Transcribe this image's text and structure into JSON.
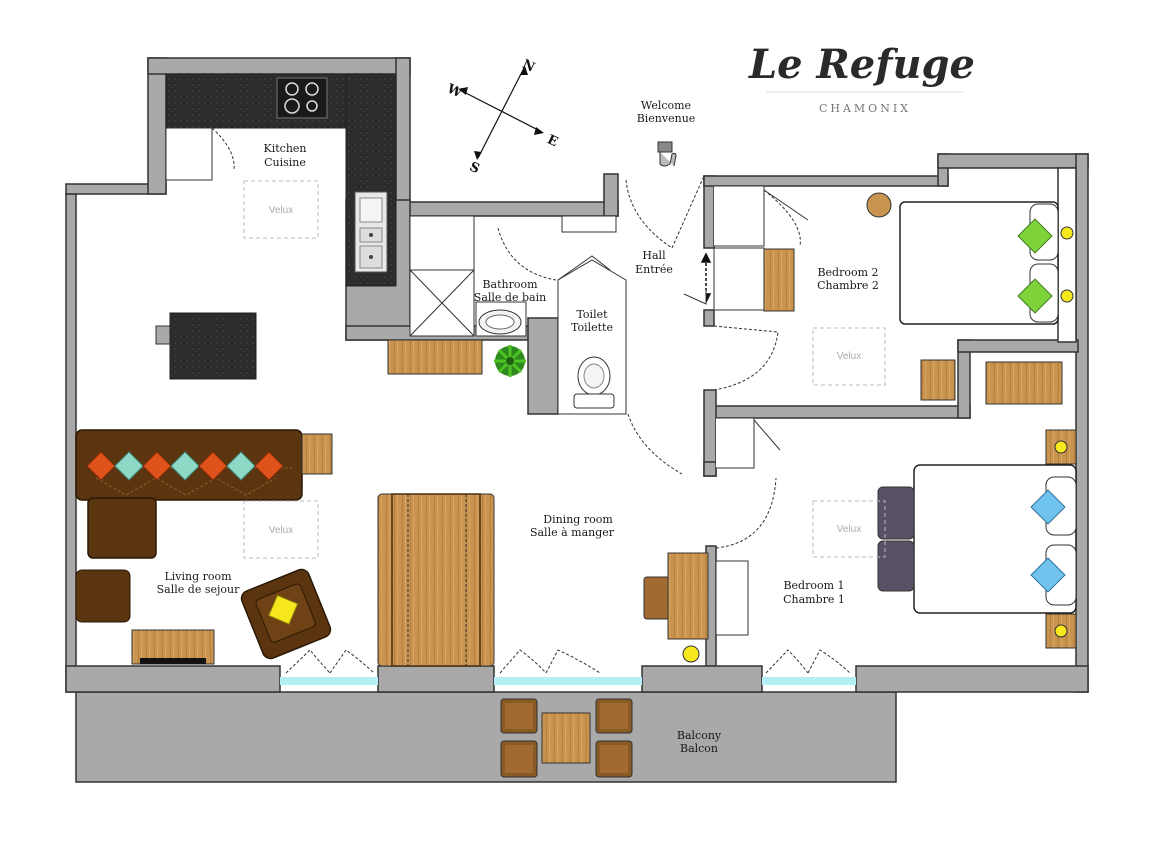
{
  "brand": {
    "name": "Le Refuge",
    "location": "CHAMONIX"
  },
  "compass": {
    "n": "N",
    "s": "S",
    "e": "E",
    "w": "W"
  },
  "rooms": {
    "kitchen": {
      "en": "Kitchen",
      "fr": "Cuisine"
    },
    "bathroom": {
      "en": "Bathroom",
      "fr": "Salle de bain"
    },
    "toilet": {
      "en": "Toilet",
      "fr": "Toilette"
    },
    "welcome": {
      "en": "Welcome",
      "fr": "Bienvenue"
    },
    "hall": {
      "en": "Hall",
      "fr": "Entrée"
    },
    "bedroom2": {
      "en": "Bedroom 2",
      "fr": "Chambre 2"
    },
    "dining": {
      "en": "Dining room",
      "fr": "Salle à manger"
    },
    "living": {
      "en": "Living room",
      "fr": "Salle de sejour"
    },
    "bedroom1": {
      "en": "Bedroom 1",
      "fr": "Chambre 1"
    },
    "balcony": {
      "en": "Balcony",
      "fr": "Balcon"
    }
  },
  "velux_label": "Velux",
  "colors": {
    "wall": "#a9a9a9",
    "wall_stroke": "#333333",
    "wood": "#c9944f",
    "sofa": "#5a3510",
    "glass": "#b3f0f4",
    "accent_orange": "#e0521c",
    "accent_mint": "#8ed8c6",
    "accent_green": "#7fd33a",
    "accent_blue": "#6fc3ee",
    "accent_yellow": "#f6e81d"
  }
}
